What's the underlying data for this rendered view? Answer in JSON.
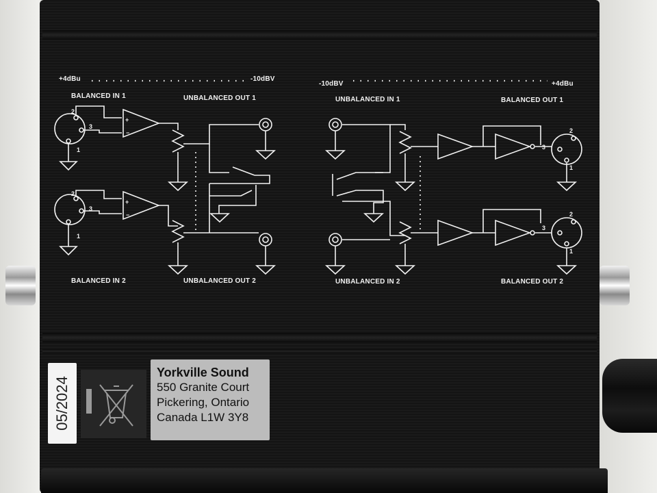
{
  "silkscreen": {
    "level_left_in": "+4dBu",
    "level_left_out": "-10dBV",
    "level_right_in": "-10dBV",
    "level_right_out": "+4dBu",
    "balanced_in_1": "BALANCED IN 1",
    "balanced_in_2": "BALANCED IN 2",
    "unbalanced_out_1": "UNBALANCED OUT 1",
    "unbalanced_out_2": "UNBALANCED OUT 2",
    "unbalanced_in_1": "UNBALANCED IN 1",
    "unbalanced_in_2": "UNBALANCED IN 2",
    "balanced_out_1": "BALANCED OUT 1",
    "balanced_out_2": "BALANCED OUT 2"
  },
  "date_label": "05/2024",
  "address_label": {
    "line1": "Yorkville Sound",
    "line2": "550 Granite Court",
    "line3": "Pickering, Ontario",
    "line4": "Canada  L1W 3Y8"
  },
  "weee_icon": "crossed-out-wheelie-bin-icon",
  "colors": {
    "chassis": "#141414",
    "silkscreen": "#f2f2f2",
    "address_label_bg": "#bcbcbc",
    "date_label_bg": "#f4f4f4"
  }
}
